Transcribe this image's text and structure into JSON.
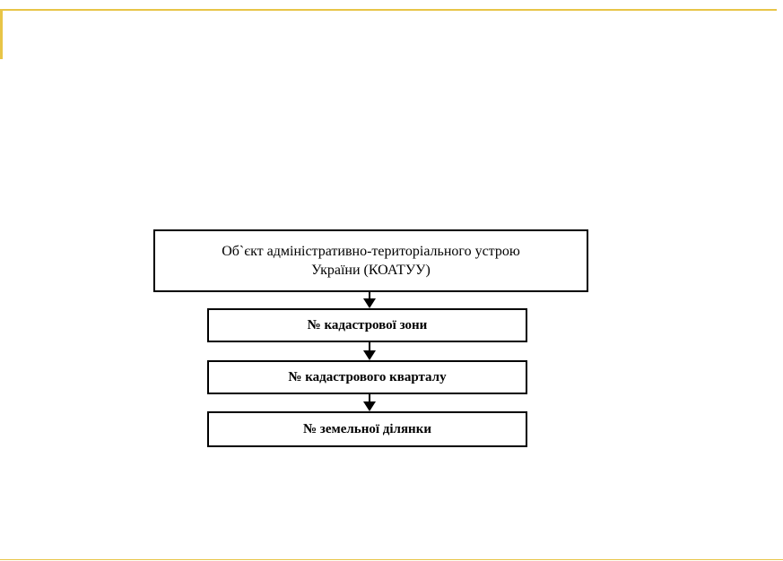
{
  "colors": {
    "frame_accent": "#e8c547",
    "box_border": "#000000",
    "text": "#000000",
    "background": "#ffffff"
  },
  "diagram": {
    "nodes": [
      {
        "id": "koatuu",
        "lines": [
          "Об`єкт адміністративно-територіального устрою",
          "України (КОАТУУ)"
        ]
      },
      {
        "id": "cadastral-zone",
        "label": "№ кадастрової зони"
      },
      {
        "id": "cadastral-quarter",
        "label": "№ кадастрового кварталу"
      },
      {
        "id": "land-parcel",
        "label": "№ земельної ділянки"
      }
    ],
    "edges": [
      {
        "from": "koatuu",
        "to": "cadastral-zone"
      },
      {
        "from": "cadastral-zone",
        "to": "cadastral-quarter"
      },
      {
        "from": "cadastral-quarter",
        "to": "land-parcel"
      }
    ]
  }
}
